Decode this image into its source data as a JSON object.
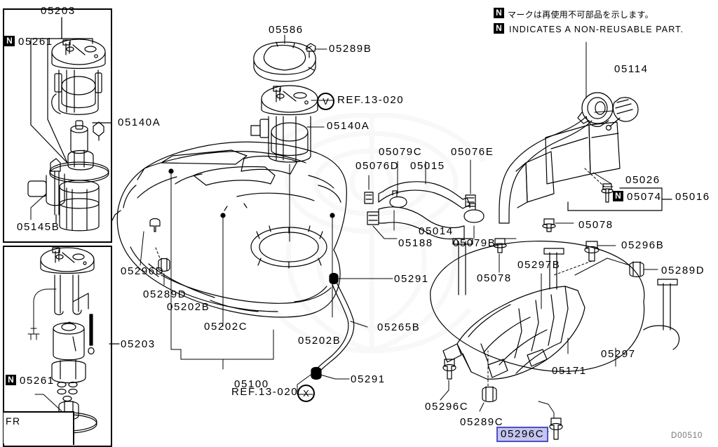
{
  "header": {
    "note_jp": "マークは再使用不可部品を示します。",
    "note_en": "INDICATES A NON-REUSABLE PART.",
    "badge": "N"
  },
  "footer": {
    "code": "D00510"
  },
  "orientation": {
    "label": "FR"
  },
  "references": [
    {
      "name": "ref-13-020-v",
      "text": "REF.13-020",
      "circle": "V"
    },
    {
      "name": "ref-13-020-x",
      "text": "REF.13-020",
      "circle": "X"
    }
  ],
  "insets": {
    "top_left": {
      "name": "fuel-pump-module-assembly-inset",
      "labels": [
        {
          "name": "part-05203-top",
          "text": "05203"
        },
        {
          "name": "part-05261-top",
          "text": "05261",
          "badge": "N"
        },
        {
          "name": "part-05145B",
          "text": "05145B"
        }
      ],
      "external_label": {
        "name": "part-05140A-inset",
        "text": "05140A"
      }
    },
    "bottom_left": {
      "name": "fuel-pump-module-alt-inset",
      "labels": [
        {
          "name": "part-05261-bottom",
          "text": "05261",
          "badge": "N"
        }
      ],
      "external_label": {
        "name": "part-05203-inset",
        "text": "05203"
      }
    }
  },
  "parts": [
    {
      "name": "part-05586",
      "text": "05586"
    },
    {
      "name": "part-05289B",
      "text": "05289B"
    },
    {
      "name": "part-05140A",
      "text": "05140A"
    },
    {
      "name": "part-05079C",
      "text": "05079C"
    },
    {
      "name": "part-05076D",
      "text": "05076D"
    },
    {
      "name": "part-05015",
      "text": "05015"
    },
    {
      "name": "part-05076E",
      "text": "05076E"
    },
    {
      "name": "part-05014",
      "text": "05014"
    },
    {
      "name": "part-05188",
      "text": "05188"
    },
    {
      "name": "part-05079B",
      "text": "05079B"
    },
    {
      "name": "part-05114",
      "text": "05114"
    },
    {
      "name": "part-05026",
      "text": "05026"
    },
    {
      "name": "part-05074",
      "text": "05074",
      "badge": "N"
    },
    {
      "name": "part-05016",
      "text": "05016"
    },
    {
      "name": "part-05078-upper",
      "text": "05078"
    },
    {
      "name": "part-05296B",
      "text": "05296B"
    },
    {
      "name": "part-05289D-right",
      "text": "05289D"
    },
    {
      "name": "part-05297B",
      "text": "05297B"
    },
    {
      "name": "part-05078-lower",
      "text": "05078"
    },
    {
      "name": "part-05296D",
      "text": "05296D"
    },
    {
      "name": "part-05289D-left",
      "text": "05289D"
    },
    {
      "name": "part-05202B-left",
      "text": "05202B"
    },
    {
      "name": "part-05202C",
      "text": "05202C"
    },
    {
      "name": "part-05291-upper",
      "text": "05291"
    },
    {
      "name": "part-05202B-lower",
      "text": "05202B"
    },
    {
      "name": "part-05265B",
      "text": "05265B"
    },
    {
      "name": "part-05291-lower",
      "text": "05291"
    },
    {
      "name": "part-05100",
      "text": "05100"
    },
    {
      "name": "part-05171",
      "text": "05171"
    },
    {
      "name": "part-05297",
      "text": "05297"
    },
    {
      "name": "part-05296C-left",
      "text": "05296C"
    },
    {
      "name": "part-05289C",
      "text": "05289C"
    }
  ],
  "highlighted_part": {
    "name": "part-05296C-selected",
    "text": "05296C"
  },
  "colors": {
    "line": "#000000",
    "highlight_border": "#4f4fc4",
    "highlight_fill": "#c5c5ef",
    "footer_code": "#777777",
    "background": "#ffffff"
  }
}
